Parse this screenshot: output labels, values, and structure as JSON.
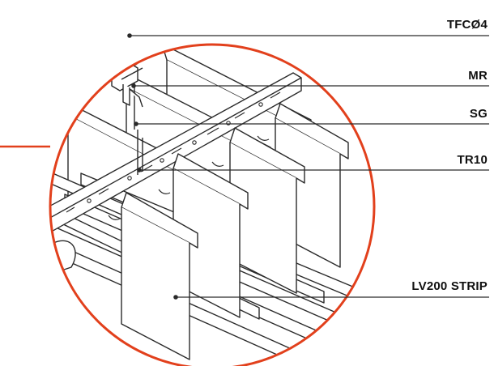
{
  "accent_color": "#e2401c",
  "line_color": "#2a2a2a",
  "callouts": [
    {
      "id": "tfc04",
      "label": "TFCØ4"
    },
    {
      "id": "mr",
      "label": "MR"
    },
    {
      "id": "sg",
      "label": "SG"
    },
    {
      "id": "tr10",
      "label": "TR10"
    },
    {
      "id": "lv200",
      "label": "LV200 STRIP"
    }
  ]
}
